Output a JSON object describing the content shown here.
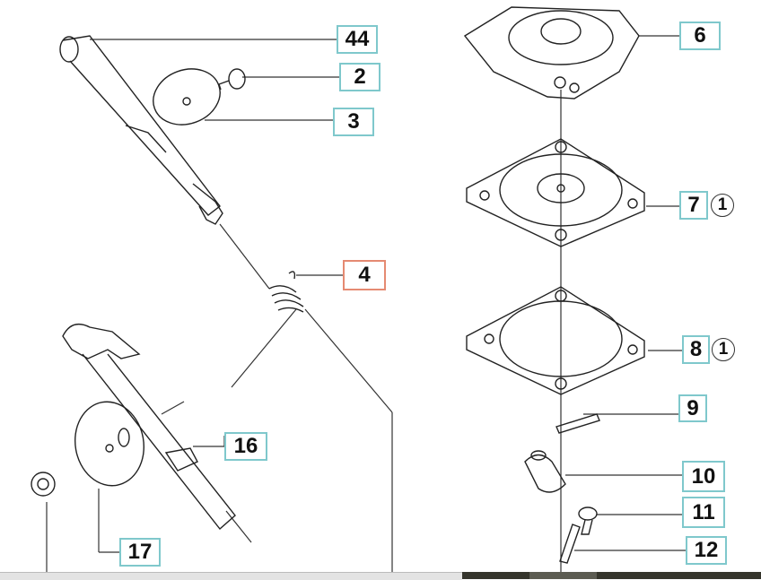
{
  "diagram": {
    "part_labels": [
      {
        "id": "44",
        "selected": false
      },
      {
        "id": "2",
        "selected": false
      },
      {
        "id": "3",
        "selected": false
      },
      {
        "id": "4",
        "selected": true
      },
      {
        "id": "16",
        "selected": false
      },
      {
        "id": "17",
        "selected": false
      },
      {
        "id": "6",
        "selected": false
      },
      {
        "id": "7",
        "selected": false,
        "note": "1"
      },
      {
        "id": "8",
        "selected": false,
        "note": "1"
      },
      {
        "id": "9",
        "selected": false
      },
      {
        "id": "10",
        "selected": false
      },
      {
        "id": "11",
        "selected": false
      },
      {
        "id": "12",
        "selected": false
      }
    ],
    "colors": {
      "label_border": "#7fc8cc",
      "selected_border": "#e58a72"
    }
  }
}
